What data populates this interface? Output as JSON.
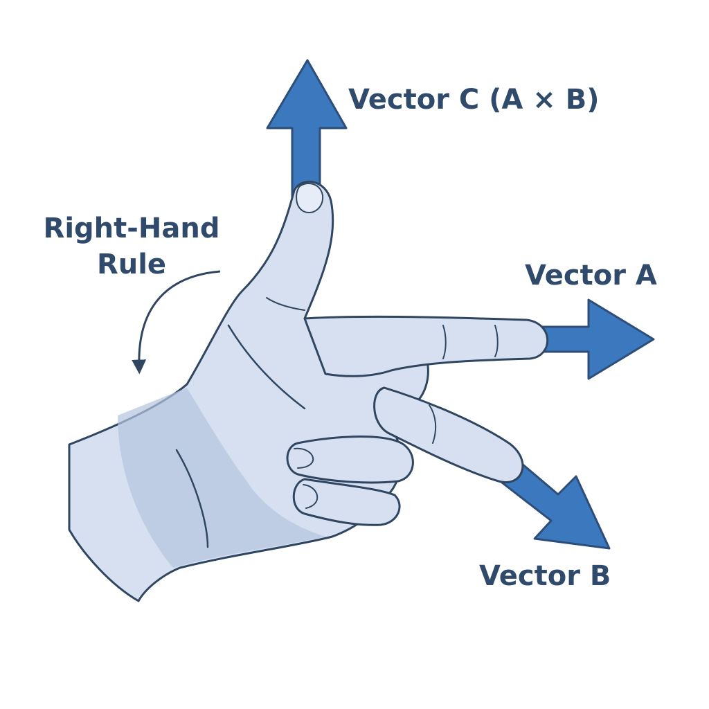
{
  "labels": {
    "vector_c": "Vector C (A × B)",
    "vector_a": "Vector A",
    "vector_b": "Vector B",
    "rule_line1": "Right-Hand",
    "rule_line2": "Rule"
  },
  "colors": {
    "arrow_fill": "#3b78bd",
    "arrow_stroke": "#2c4e78",
    "skin_light": "#d6e0f0",
    "skin_shade": "#b4c4de",
    "outline": "#2f4560",
    "text": "#2f4a6b"
  }
}
